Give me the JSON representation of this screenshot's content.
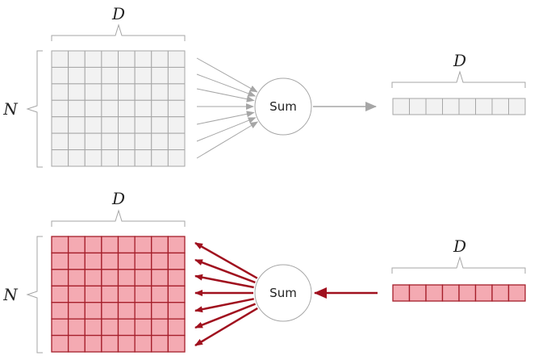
{
  "top_diagram": {
    "matrix_width_label": "D",
    "matrix_height_label": "N",
    "operation_label": "Sum",
    "vector_width_label": "D",
    "matrix_rows": 7,
    "matrix_cols": 8,
    "vector_cols": 8,
    "cell_fill": "#f2f2f2",
    "cell_stroke": "#a6a6a6",
    "arrow_color": "#a6a6a6"
  },
  "bottom_diagram": {
    "matrix_width_label": "D",
    "matrix_height_label": "N",
    "operation_label": "Sum",
    "vector_width_label": "D",
    "matrix_rows": 7,
    "matrix_cols": 8,
    "vector_cols": 8,
    "cell_fill": "#f4aab2",
    "cell_stroke": "#a51e2a",
    "arrow_color": "#a0101e"
  }
}
